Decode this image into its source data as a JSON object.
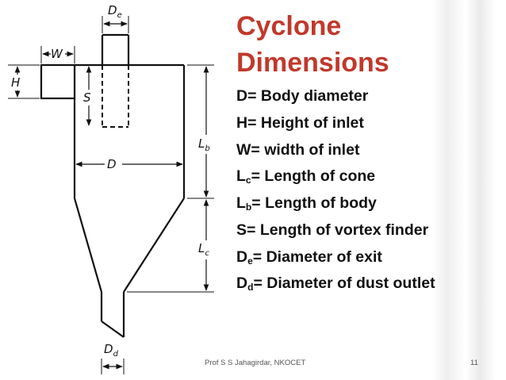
{
  "title_line1": "Cyclone",
  "title_line2": "Dimensions",
  "definitions": [
    {
      "sym": "D",
      "sub": "",
      "text": "= Body diameter"
    },
    {
      "sym": "H",
      "sub": "",
      "text": "= Height of inlet"
    },
    {
      "sym": "W",
      "sub": "",
      "text": "= width of inlet"
    },
    {
      "sym": "L",
      "sub": "c",
      "text": "= Length of cone"
    },
    {
      "sym": "L",
      "sub": "b",
      "text": "= Length of body"
    },
    {
      "sym": "S",
      "sub": "",
      "text": "= Length of vortex finder"
    },
    {
      "sym": "D",
      "sub": "e",
      "text": "= Diameter of exit"
    },
    {
      "sym": "D",
      "sub": "d",
      "text": "= Diameter of  dust outlet"
    }
  ],
  "diagram_labels": {
    "W": "W",
    "H": "H",
    "S": "S",
    "D": "D",
    "De_main": "D",
    "De_sub": "e",
    "Lb_main": "L",
    "Lb_sub": "b",
    "Lc_main": "L",
    "Lc_sub": "c",
    "Dd_main": "D",
    "Dd_sub": "d"
  },
  "footer": {
    "author": "Prof S S Jahagirdar, NKOCET",
    "page": "11"
  },
  "colors": {
    "title": "#c0392b",
    "text": "#111111",
    "line": "#111111"
  }
}
